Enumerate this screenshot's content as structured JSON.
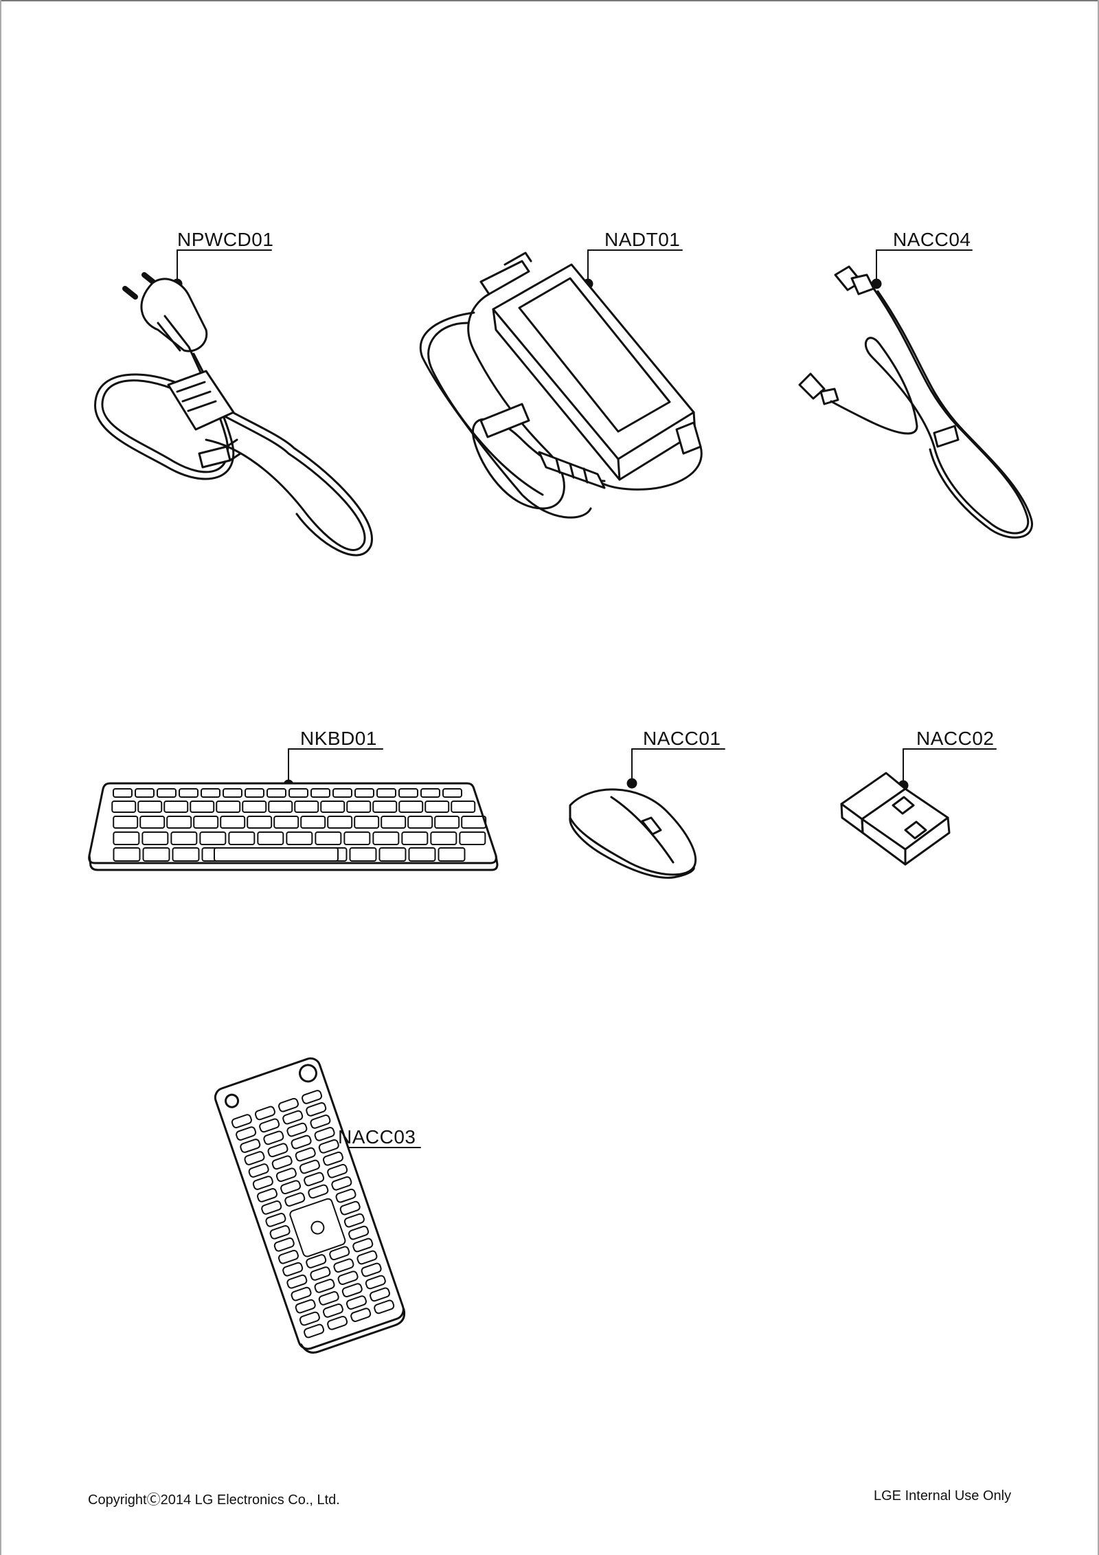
{
  "labels": {
    "power_cord": "NPWCD01",
    "adapter": "NADT01",
    "antenna_cable": "NACC04",
    "keyboard": "NKBD01",
    "mouse": "NACC01",
    "usb_receiver": "NACC02",
    "remote": "NACC03"
  },
  "footer": {
    "copyright": "CopyrightⒸ2014 LG Electronics Co., Ltd.",
    "notice": "LGE Internal Use Only"
  }
}
